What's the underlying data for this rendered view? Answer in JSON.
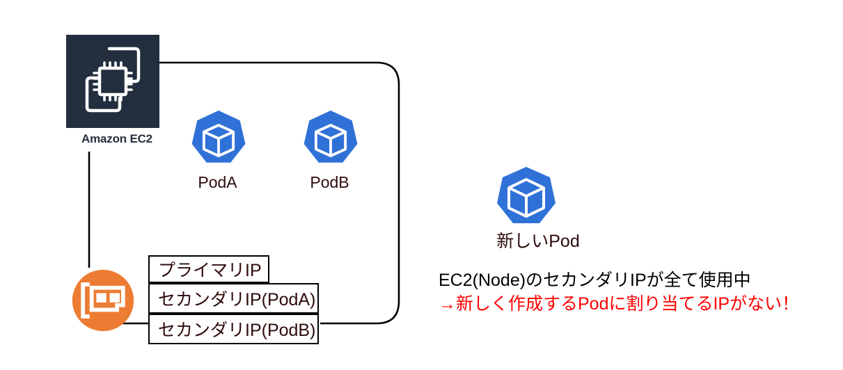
{
  "diagram": {
    "title": "EKS Pod secondary IP exhaustion diagram",
    "colors": {
      "aws_navy": "#232f3e",
      "k8s_blue": "#3071d8",
      "eni_orange": "#ec7c33",
      "text_maroon": "#2e0b0b",
      "alert_red": "#ff0000",
      "line_black": "#000000"
    }
  },
  "ec2": {
    "icon_name": "amazon-ec2-icon",
    "label": "Amazon EC2"
  },
  "pods": [
    {
      "icon_name": "kubernetes-pod-icon",
      "label": "PodA"
    },
    {
      "icon_name": "kubernetes-pod-icon",
      "label": "PodB"
    }
  ],
  "new_pod": {
    "icon_name": "kubernetes-pod-icon",
    "label": "新しいPod"
  },
  "eni": {
    "icon_name": "network-interface-icon"
  },
  "ip_boxes": [
    {
      "label": "プライマリIP"
    },
    {
      "label": "セカンダリIP(PodA)"
    },
    {
      "label": "セカンダリIP(PodB)"
    }
  ],
  "note": {
    "line1": "EC2(Node)のセカンダリIPが全て使用中",
    "line2": "→新しく作成するPodに割り当てるIPがない！"
  }
}
